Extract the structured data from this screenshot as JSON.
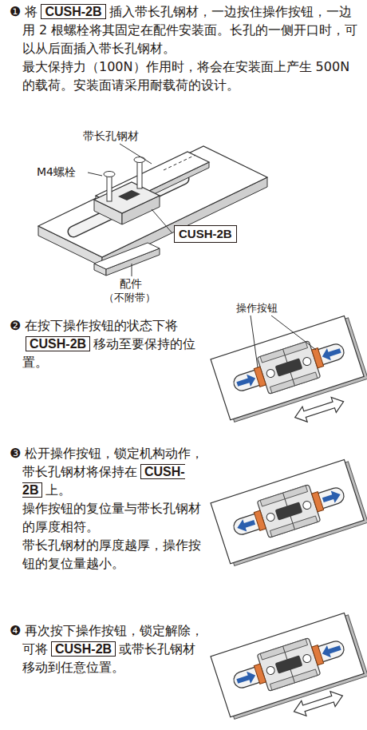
{
  "diagram": {
    "labels": [
      "❶ 将",
      "CUSH-2B",
      "插入带长孔钢材，一边按住操作按钮，一边用 2 根螺栓将其固定在配件安装面。长孔的一侧开口时，可以从后面插入带长孔钢材。",
      "最大保持力（100N）作用时，将会在安装面上产生 500N 的载荷。安装面请采用耐载荷的设计。",
      "带长孔钢材",
      "M4螺栓",
      "CUSH-2B",
      "配件",
      "（不附带）",
      "❷ 在按下操作按钮的状态下将",
      "CUSH-2B",
      "移动至要保持的位置。",
      "操作按钮",
      "❸ 松开操作按钮，锁定机构动作，带长孔钢材将保持在",
      "CUSH-2B",
      "上。",
      "操作按钮的复位量与带长孔钢材的厚度相符。",
      "带长孔钢材的厚度越厚，操作按钮的复位量越小。",
      "❹ 再次按下操作按钮，锁定解除，可将",
      "CUSH-2B",
      "或带长孔钢材移动到任意位置。"
    ]
  }
}
